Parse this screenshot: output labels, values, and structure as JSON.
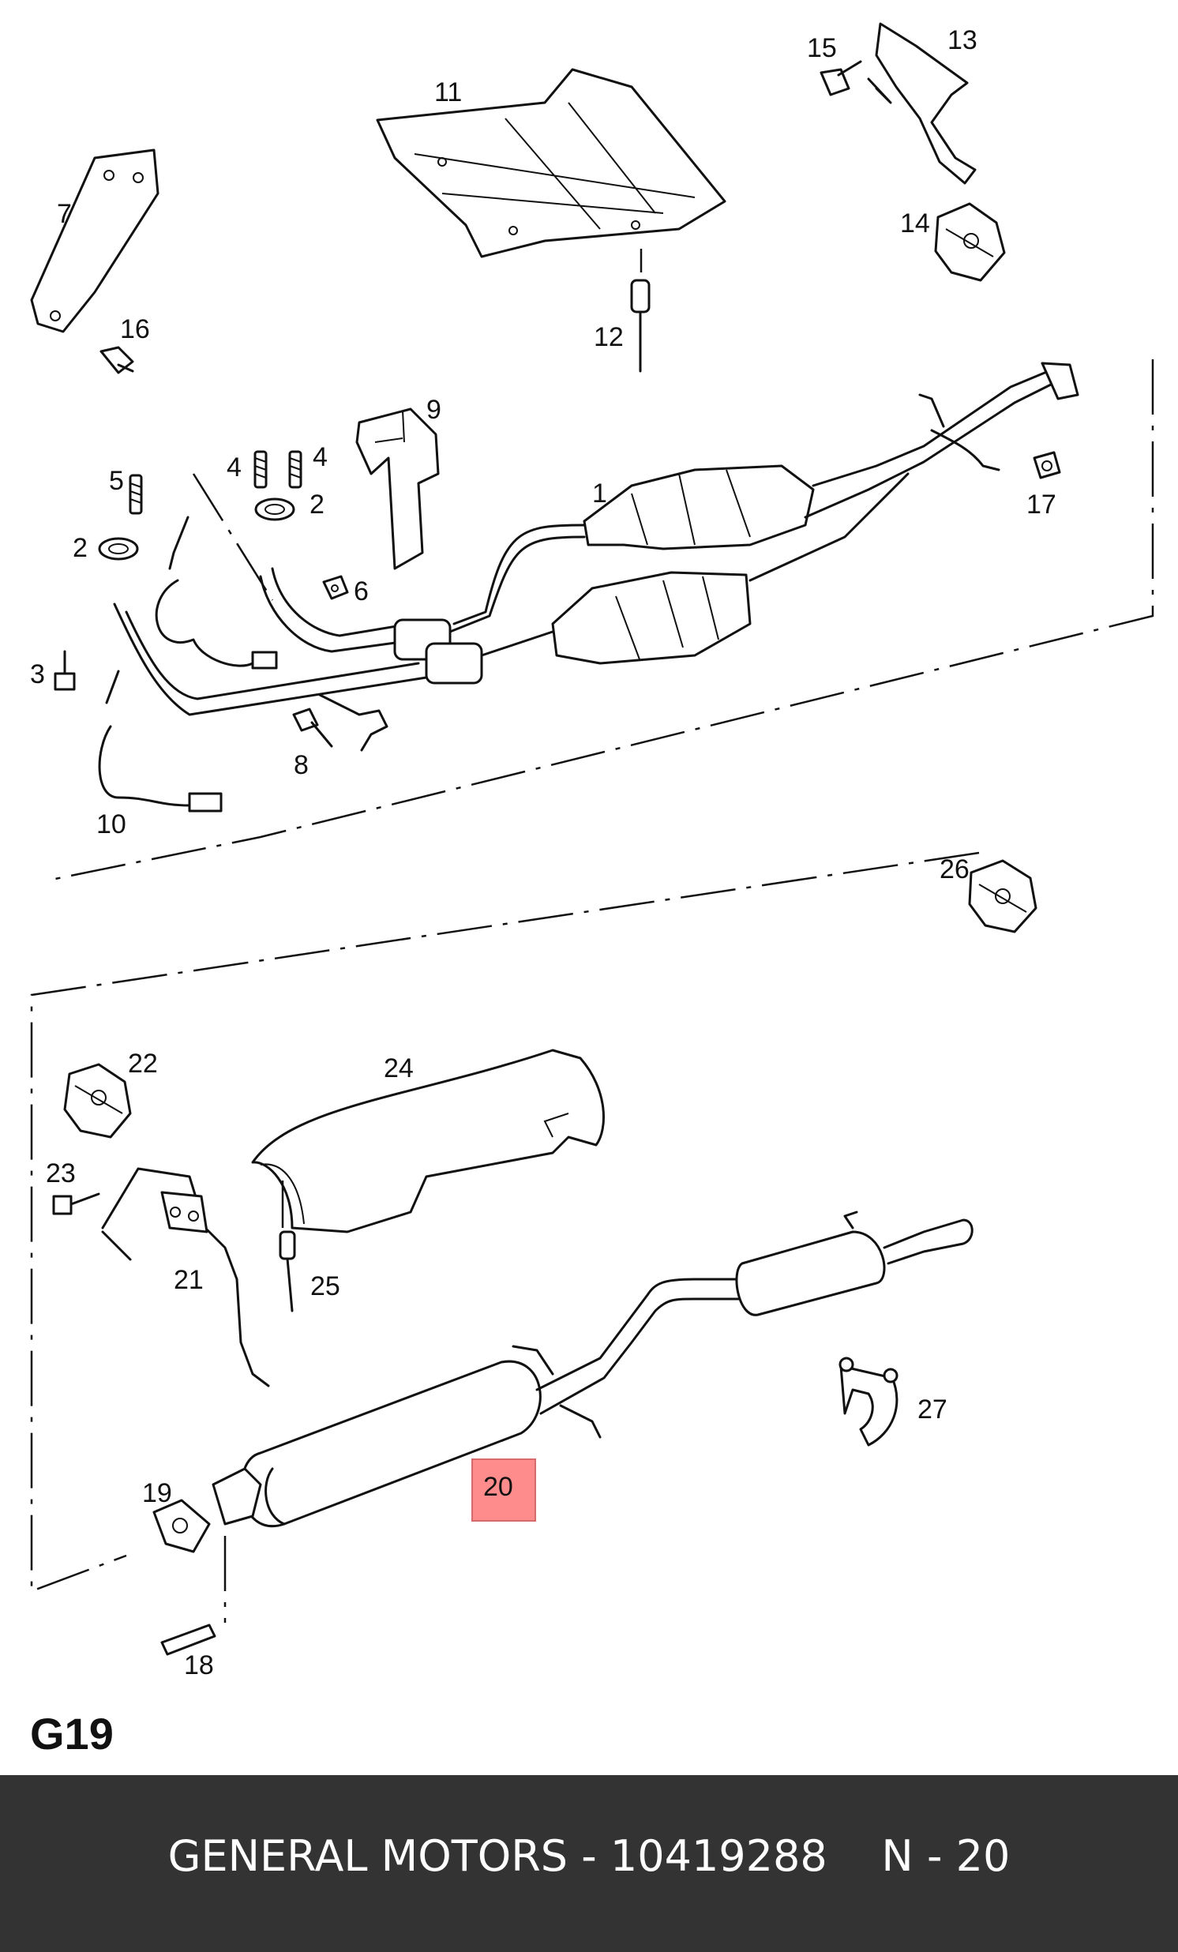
{
  "diagram": {
    "callouts": [
      "1",
      "2",
      "2",
      "3",
      "4",
      "4",
      "5",
      "6",
      "7",
      "8",
      "9",
      "10",
      "11",
      "12",
      "13",
      "14",
      "15",
      "16",
      "17",
      "18",
      "19",
      "20",
      "21",
      "22",
      "23",
      "24",
      "25",
      "26",
      "27"
    ],
    "highlighted_callout": "20",
    "highlight_color": "#ff8c8c",
    "sheet_code": "G19"
  },
  "footer": {
    "text": "GENERAL MOTORS - 10419288    N - 20",
    "background": "#333333",
    "text_color": "#ffffff"
  }
}
